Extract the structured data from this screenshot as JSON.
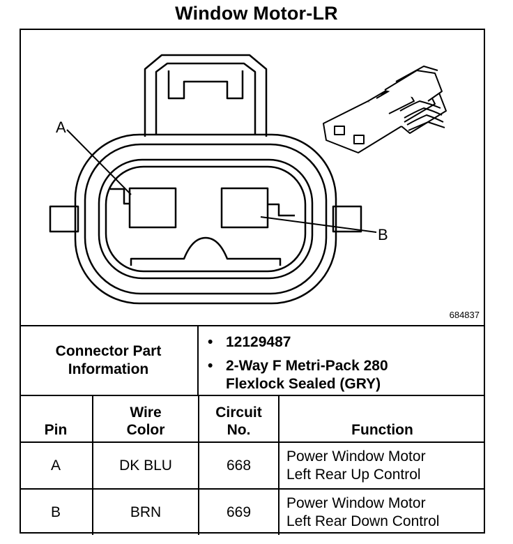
{
  "title": "Window Motor-LR",
  "figure_ref": "684837",
  "callouts": {
    "a": "A",
    "b": "B"
  },
  "connector_info": {
    "label_line1": "Connector Part",
    "label_line2": "Information",
    "items": [
      "12129487",
      "2-Way F Metri-Pack 280",
      "Flexlock Sealed (GRY)"
    ],
    "bullet": "•"
  },
  "table": {
    "headers": {
      "pin": "Pin",
      "wire_color_line1": "Wire",
      "wire_color_line2": "Color",
      "circuit_line1": "Circuit",
      "circuit_line2": "No.",
      "function": "Function"
    },
    "rows": [
      {
        "pin": "A",
        "wire_color": "DK BLU",
        "circuit": "668",
        "function_line1": "Power Window Motor",
        "function_line2": "Left Rear Up Control"
      },
      {
        "pin": "B",
        "wire_color": "BRN",
        "circuit": "669",
        "function_line1": "Power Window Motor",
        "function_line2": "Left Rear Down Control"
      }
    ]
  }
}
